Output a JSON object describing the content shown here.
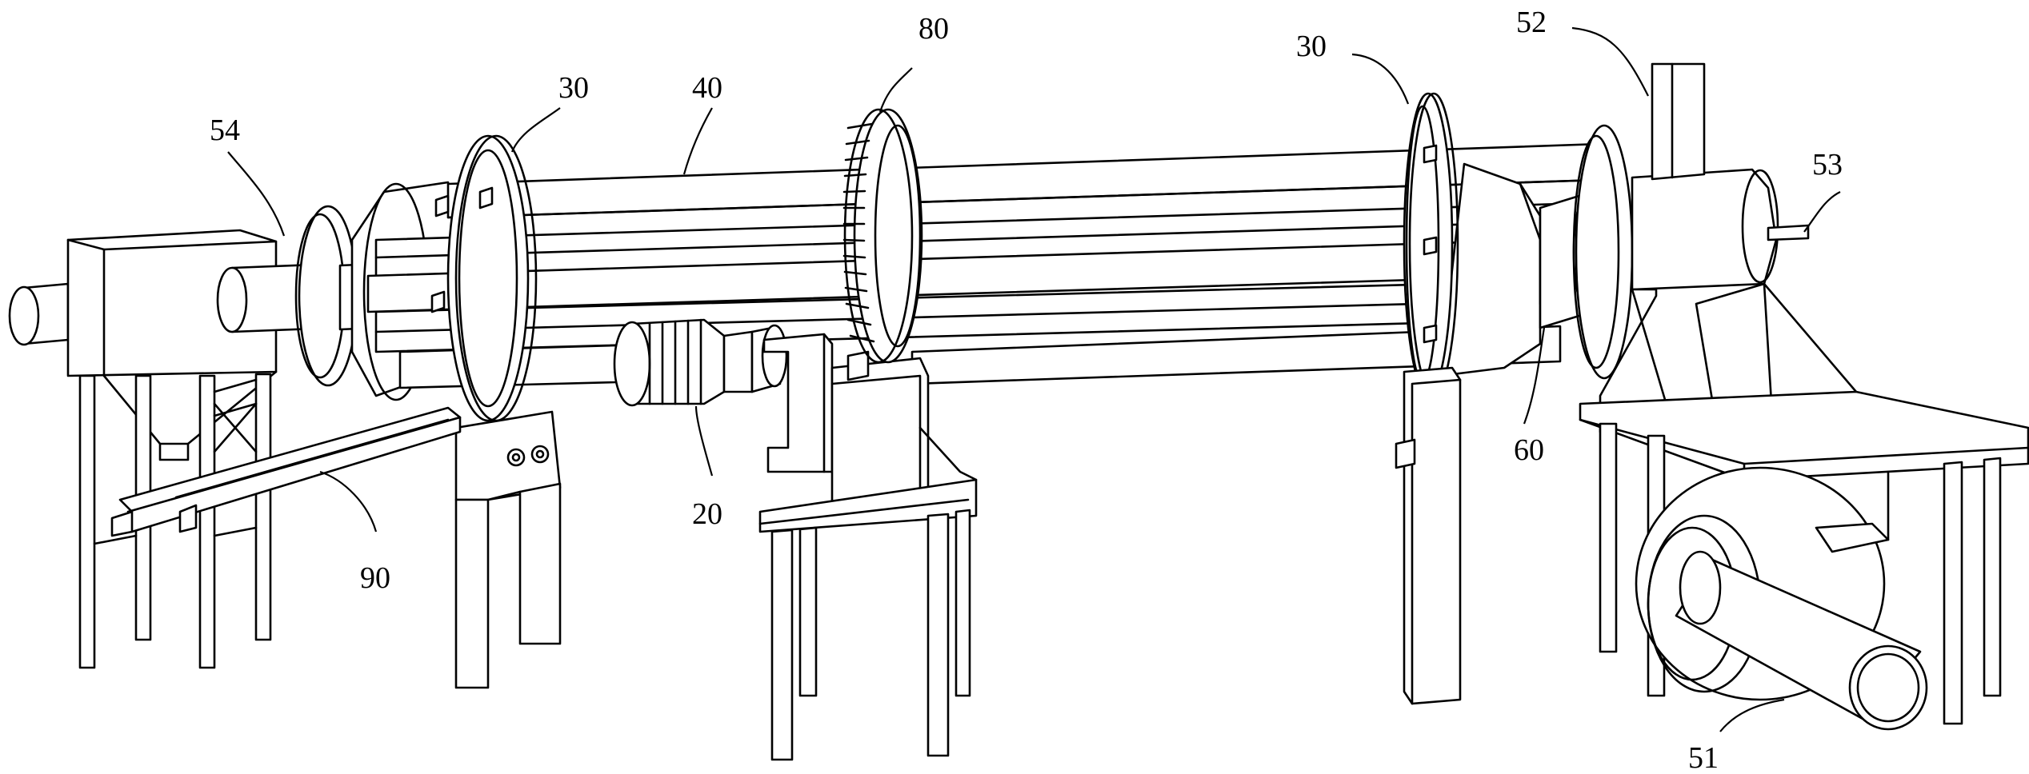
{
  "labels": {
    "l54": "54",
    "l30a": "30",
    "l40": "40",
    "l80": "80",
    "l30b": "30",
    "l52": "52",
    "l53": "53",
    "l60": "60",
    "l20": "20",
    "l90": "90",
    "l51": "51"
  },
  "colors": {
    "line": "#000000",
    "background": "#ffffff"
  }
}
